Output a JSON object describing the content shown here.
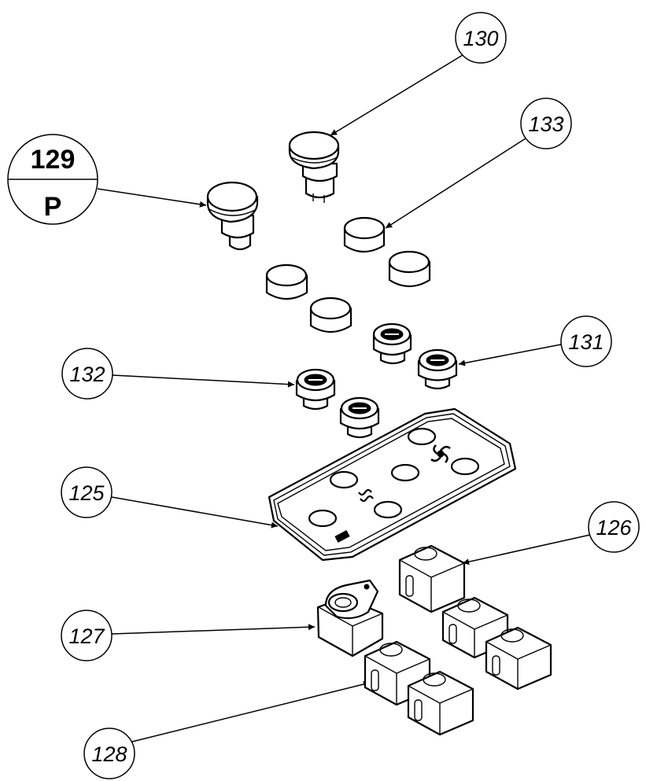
{
  "callouts": {
    "c130": "130",
    "c133": "133",
    "c129_number": "129",
    "c129_code": "P",
    "c131": "131",
    "c132": "132",
    "c125": "125",
    "c126": "126",
    "c127": "127",
    "c128": "128"
  }
}
